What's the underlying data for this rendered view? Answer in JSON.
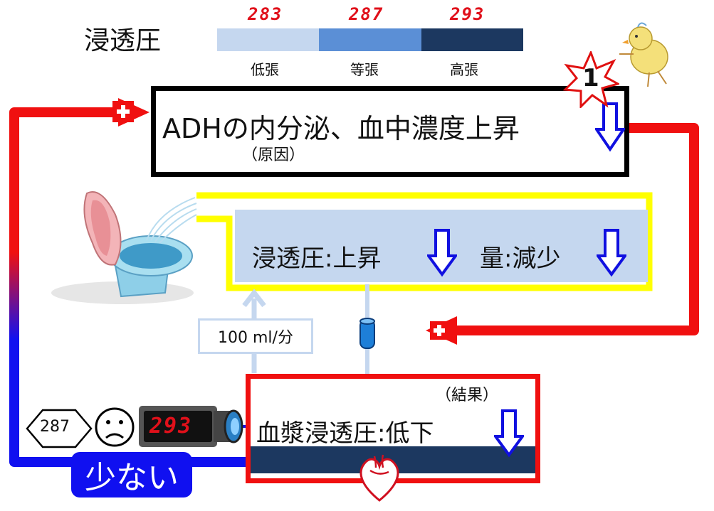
{
  "header": {
    "title": "浸透圧",
    "scale": [
      {
        "value": "283",
        "label": "低張",
        "color": "#c5d7ef"
      },
      {
        "value": "287",
        "label": "等張",
        "color": "#5b8fd6"
      },
      {
        "value": "293",
        "label": "高張",
        "color": "#1c3860"
      }
    ]
  },
  "step_badge": "1",
  "cause_box": {
    "text": "ADHの内分泌、血中濃度上昇",
    "subtext": "（原因）"
  },
  "urine_box": {
    "osmo_text": "浸透圧:上昇",
    "volume_text": "量:減少"
  },
  "flow_label": "100 ml/分",
  "result_box": {
    "note": "（結果）",
    "text": "血漿浸透圧:低下"
  },
  "reading": {
    "setpoint": "287",
    "display": "293"
  },
  "result_label": "少ない",
  "signs": {
    "plus": "+"
  },
  "colors": {
    "feedback_red": "#f01010",
    "feedback_blue": "#1010f0",
    "arrow_blue": "#1010e0",
    "urine_yellow": "#ffff00",
    "urine_fill": "#c5d7ef",
    "plasma_dark": "#1c3860"
  },
  "icons": [
    "toilet-icon",
    "sad-face-icon",
    "heart-icon",
    "chick-icon",
    "meter-icon",
    "tube-icon",
    "down-arrow-icon",
    "plus-icon"
  ]
}
